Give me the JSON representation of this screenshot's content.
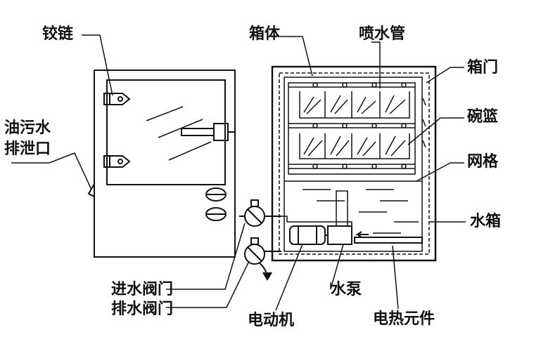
{
  "labels": {
    "hinge": "铰链",
    "cabinet": "箱体",
    "spray_pipe": "喷水管",
    "door": "箱门",
    "basket": "碗篮",
    "grid": "网格",
    "drain_line1": "油污水",
    "drain_line2": "排泄口",
    "tank": "水箱",
    "inlet_valve": "进水阀门",
    "drain_valve": "排水阀门",
    "pump": "水泵",
    "motor": "电动机",
    "heater": "电热元件"
  },
  "colors": {
    "line": "#111111",
    "background": "#ffffff"
  }
}
